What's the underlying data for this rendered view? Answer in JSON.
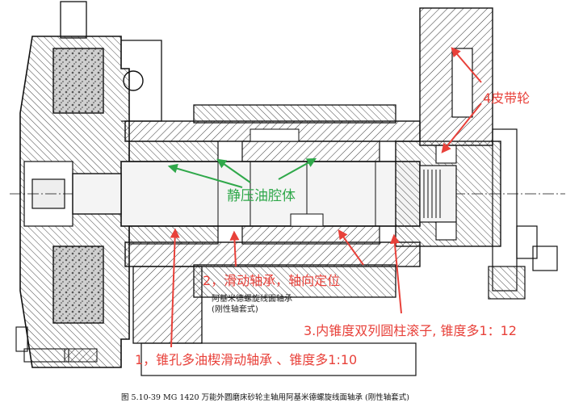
{
  "annotations": {
    "belt_pulley": "4皮带轮",
    "static_oil_cavity": "静压油腔体",
    "sliding_bearing_axial": "2，滑动轴承，轴向定位",
    "inner_taper_roller": "3.内锥度双列圆柱滚子, 锥度多1：12",
    "taper_hole_wedge_bearing": "1，锥孔多油楔滑动轴承 、锥度多1:10"
  },
  "drawing_note": {
    "line1": "阿基米德螺旋线面轴承",
    "line2": "(刚性轴套式)"
  },
  "caption": "图 5.10-39   MG 1420 万能外圆磨床砂轮主轴用阿基米德螺旋线面轴承 (刚性轴套式)",
  "colors": {
    "red": "#e8413a",
    "green": "#2fa84a",
    "ink": "#1a1a1a"
  }
}
